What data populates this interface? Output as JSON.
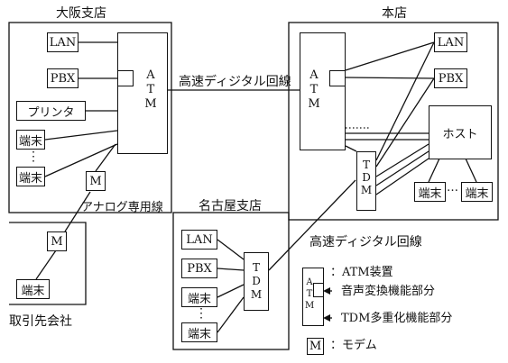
{
  "osaka": {
    "title": "大阪支店",
    "lan": "LAN",
    "pbx": "PBX",
    "printer": "プリンタ",
    "term1": "端末",
    "term2": "端末",
    "dots": "⋮",
    "atm": "ATM",
    "modem": "M"
  },
  "honten": {
    "title": "本店",
    "lan": "LAN",
    "pbx": "PBX",
    "host": "ホスト",
    "term1": "端末",
    "term2": "端末",
    "dots": "…",
    "atm": "ATM",
    "tdm": "TDM"
  },
  "nagoya": {
    "title": "名古屋支店",
    "lan": "LAN",
    "pbx": "PBX",
    "term1": "端末",
    "term2": "端末",
    "dots": "⋮",
    "tdm": "TDM"
  },
  "client": {
    "title": "取引先会社",
    "modem": "M",
    "term": "端末"
  },
  "links": {
    "digital_top": "高速ディジタル回線",
    "digital_bottom": "高速ディジタル回線",
    "analog": "アナログ専用線"
  },
  "legend": {
    "atm_label": "：ATM装置",
    "voice_label": "音声変換機能部分",
    "tdm_label": "TDM多重化機能部分",
    "atm_glyph": "ATM",
    "modem_glyph": "M",
    "modem_label": "：モデム"
  }
}
